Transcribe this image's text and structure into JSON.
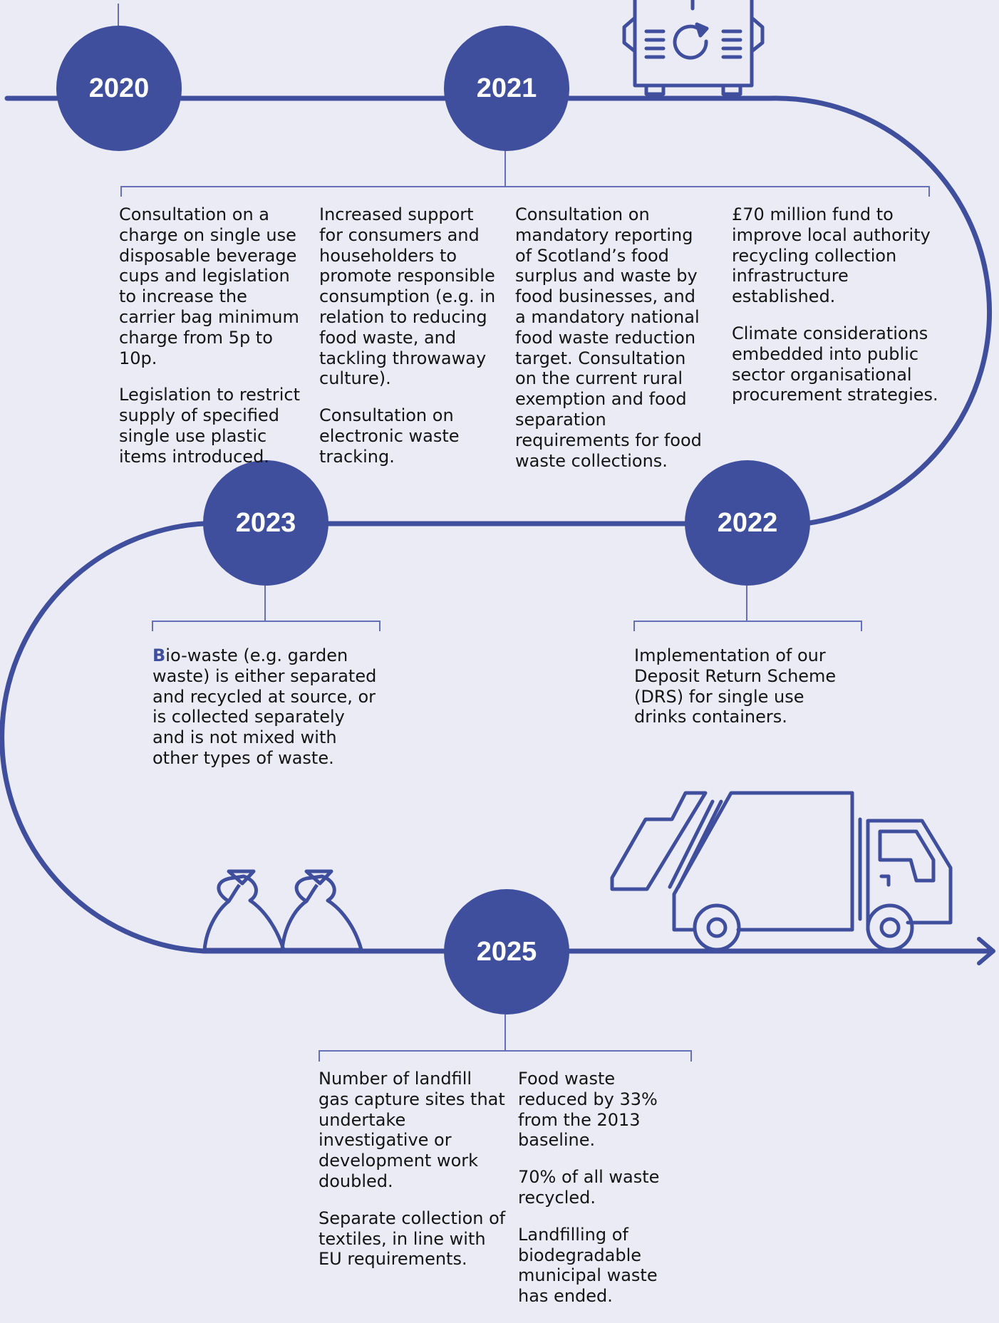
{
  "colors": {
    "background": "#ebebf5",
    "accent": "#404f9d",
    "connector": "#6670b8",
    "text": "#141414",
    "year_text": "#ffffff"
  },
  "milestones": [
    {
      "year": "2020",
      "columns": [
        {
          "paragraphs": [
            "Consultation on a charge on single use disposable beverage cups and legislation to increase the carrier bag minimum charge from 5p to 10p.",
            "Legislation to restrict supply of specified single use plastic items introduced."
          ]
        }
      ]
    },
    {
      "year": "2021",
      "columns": [
        {
          "paragraphs": [
            "Increased support for consumers and householders to promote responsible consumption (e.g. in relation to reducing food waste, and tackling throwaway culture).",
            "Consultation on electronic waste tracking."
          ]
        },
        {
          "paragraphs": [
            "Consultation on mandatory reporting of Scotland’s food surplus and waste by food businesses, and a mandatory national food waste reduction target. Consultation on the current rural exemption and food separation requirements for food waste collections."
          ]
        },
        {
          "paragraphs": [
            "£70 million fund to improve local authority recycling collection infrastructure established.",
            "Climate considerations embedded into public sector organisational procurement strategies."
          ]
        }
      ]
    },
    {
      "year": "2022",
      "columns": [
        {
          "paragraphs": [
            "Implementation of our Deposit Return Scheme (DRS) for single use drinks containers."
          ]
        }
      ]
    },
    {
      "year": "2023",
      "columns": [
        {
          "drop_cap": "B",
          "rest": "io-waste (e.g. garden waste) is either separated and recycled at source, or is collected separately and is not mixed with other types of waste."
        }
      ]
    },
    {
      "year": "2025",
      "columns": [
        {
          "paragraphs": [
            "Number of landfill gas capture sites that undertake investigative or development work doubled.",
            "Separate collection of textiles, in line with EU requirements."
          ]
        },
        {
          "paragraphs": [
            "Food waste reduced by 33% from the 2013 baseline.",
            "70% of all waste recycled.",
            "Landfilling of biodegradable municipal waste has ended."
          ]
        }
      ]
    }
  ],
  "icons": [
    "recycling-bin-icon",
    "rubbish-bag-icon",
    "rubbish-bag-icon",
    "refuse-truck-icon",
    "arrow-right-icon"
  ]
}
